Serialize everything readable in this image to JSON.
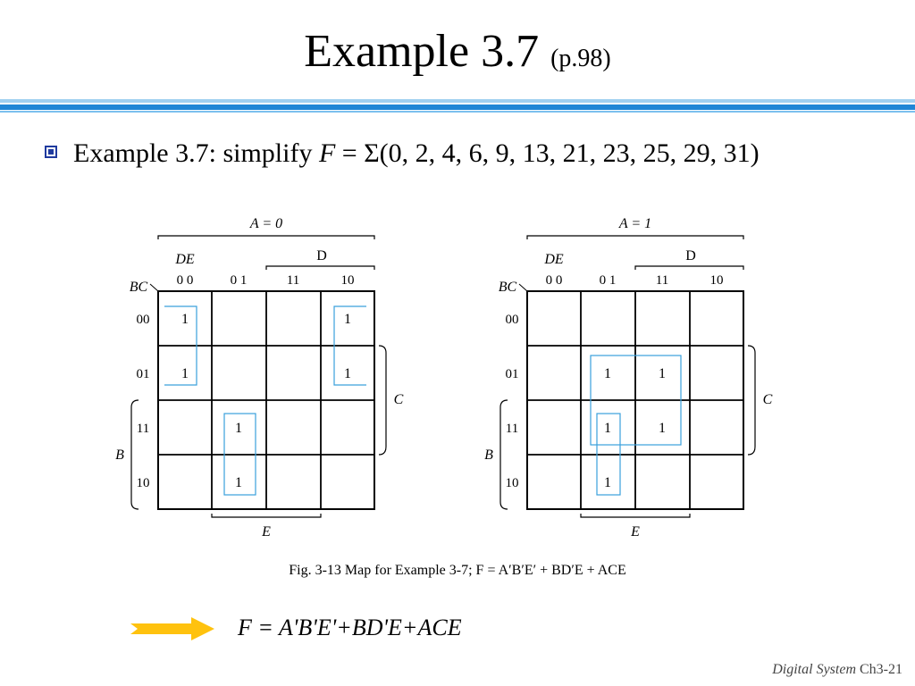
{
  "title": {
    "main": "Example 3.7",
    "page_ref": "(p.98)"
  },
  "bullet": {
    "prefix": "Example 3.7: simplify ",
    "f": "F",
    "rest": " = Σ(0, 2, 4, 6, 9, 13, 21, 23, 25, 29, 31)"
  },
  "maps": [
    {
      "a_label": "A = 0",
      "cells": [
        "1",
        "",
        "",
        "1",
        "1",
        "",
        "",
        "1",
        "",
        "1",
        "",
        "",
        "",
        "1",
        "",
        ""
      ]
    },
    {
      "a_label": "A = 1",
      "cells": [
        "",
        "",
        "",
        "",
        "",
        "1",
        "1",
        "",
        "",
        "1",
        "1",
        "",
        "",
        "1",
        "",
        ""
      ]
    }
  ],
  "map_labels": {
    "de": "DE",
    "bc": "BC",
    "d": "D",
    "e": "E",
    "b": "B",
    "c": "C",
    "cols": [
      "0 0",
      "0 1",
      "11",
      "10"
    ],
    "rows": [
      "00",
      "01",
      "11",
      "10"
    ]
  },
  "caption": "Fig. 3-13  Map for Example 3-7; F = A′B′E′ + BD′E + ACE",
  "result": "F = A'B'E'+BD'E+ACE",
  "footer": {
    "system": "Digital System",
    "chapter": " Ch3-21"
  },
  "colors": {
    "group_outline": "#3aa0dc",
    "arrow": "#ffc20e",
    "bullet": "#1f3a9e"
  }
}
